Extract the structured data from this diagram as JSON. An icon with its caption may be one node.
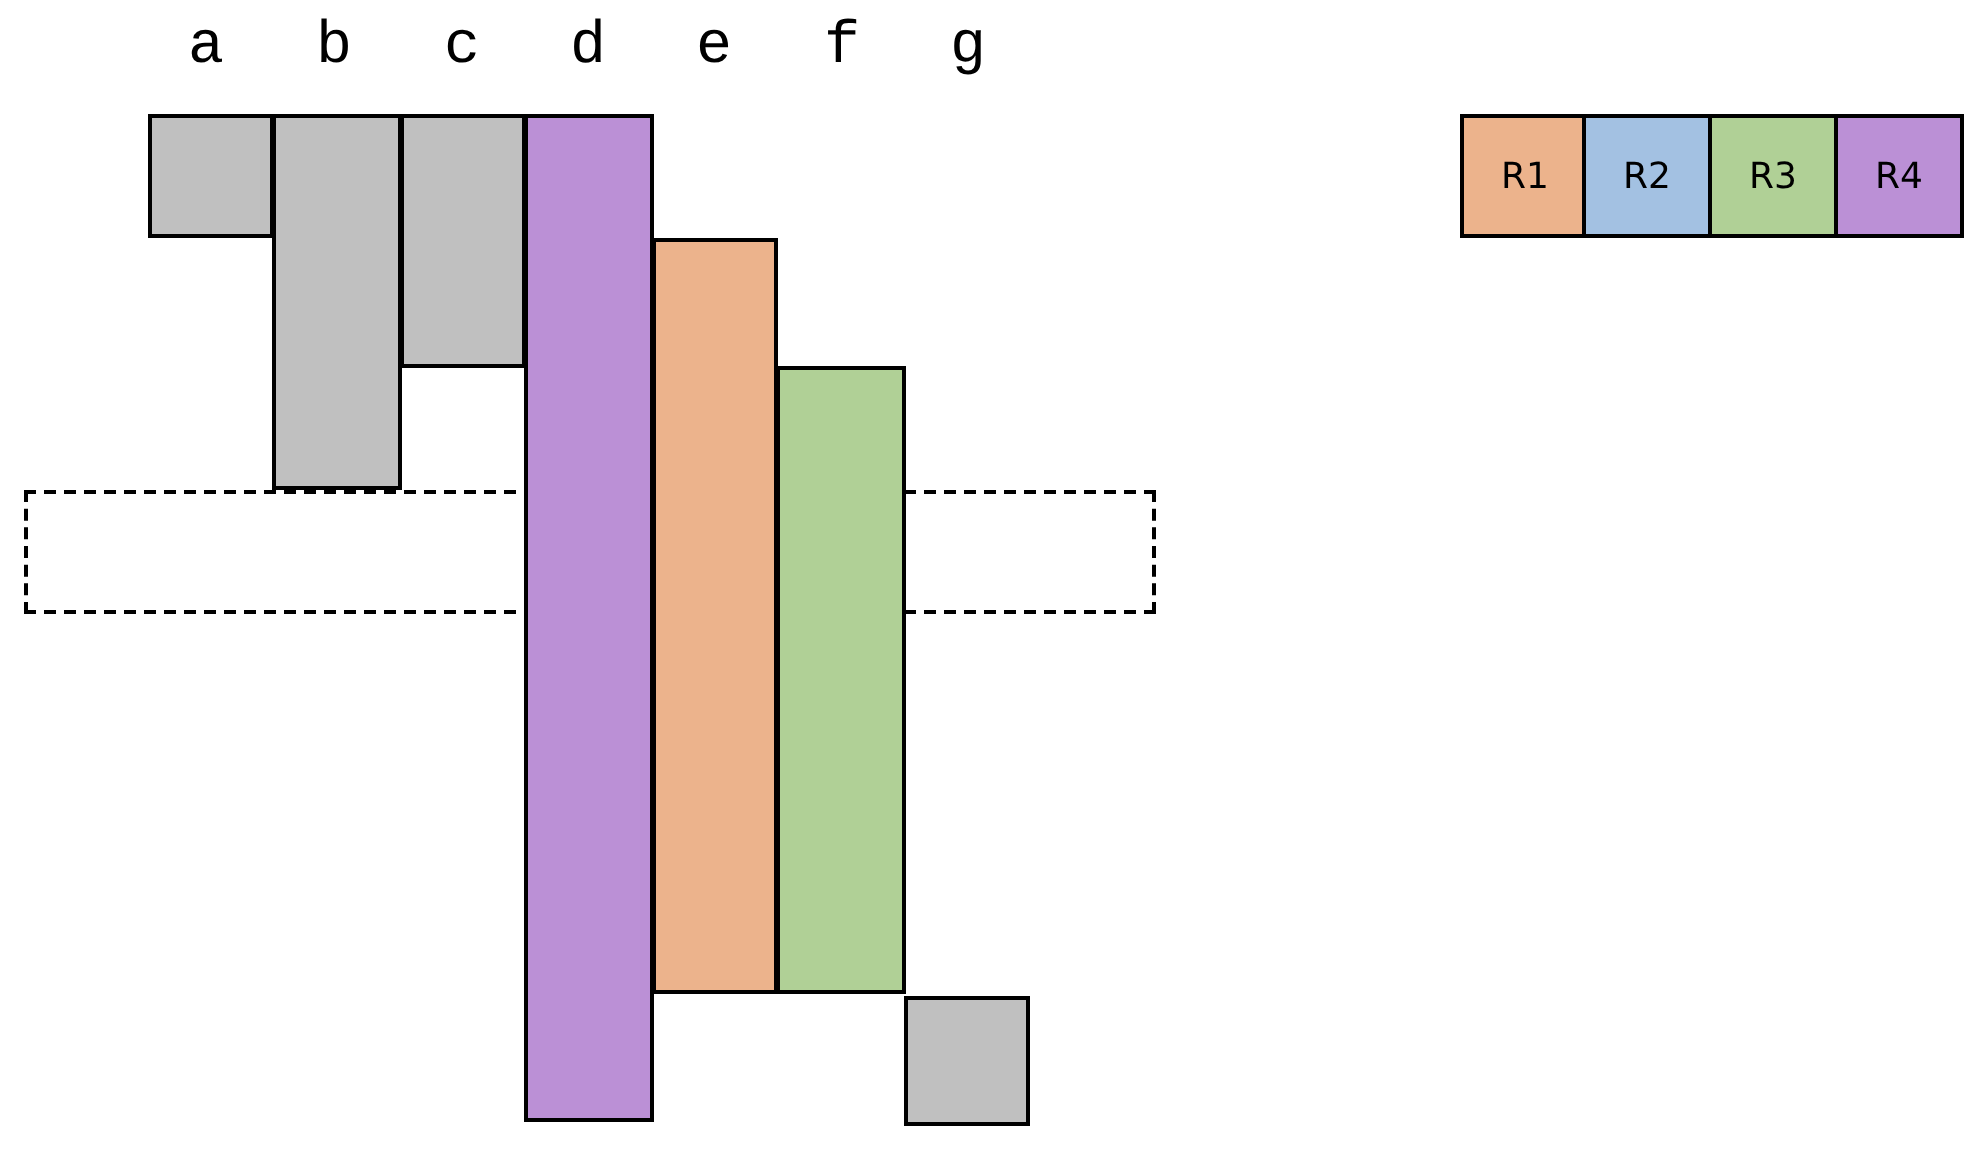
{
  "diagram": {
    "nodes": [
      {
        "text": [],
        "shape": "bar"
      },
      {
        "text": [],
        "shape": "bar"
      },
      {
        "text": [],
        "shape": "bar"
      },
      {
        "text": [],
        "shape": "bar"
      },
      {
        "text": [],
        "shape": "bar"
      },
      {
        "text": [],
        "shape": "bar"
      },
      {
        "text": [],
        "shape": "bar"
      },
      {
        "text": [],
        "shape": "box"
      }
    ],
    "labels": [
      "a",
      "b",
      "c",
      "d",
      "e",
      "f",
      "g"
    ],
    "legend": [
      {
        "text": "R1",
        "color": "#ecb38c"
      },
      {
        "text": "R2",
        "color": "#a3c1e2"
      },
      {
        "text": "R3",
        "color": "#b0d096"
      },
      {
        "text": "R4",
        "color": "#bb90d6"
      }
    ]
  }
}
